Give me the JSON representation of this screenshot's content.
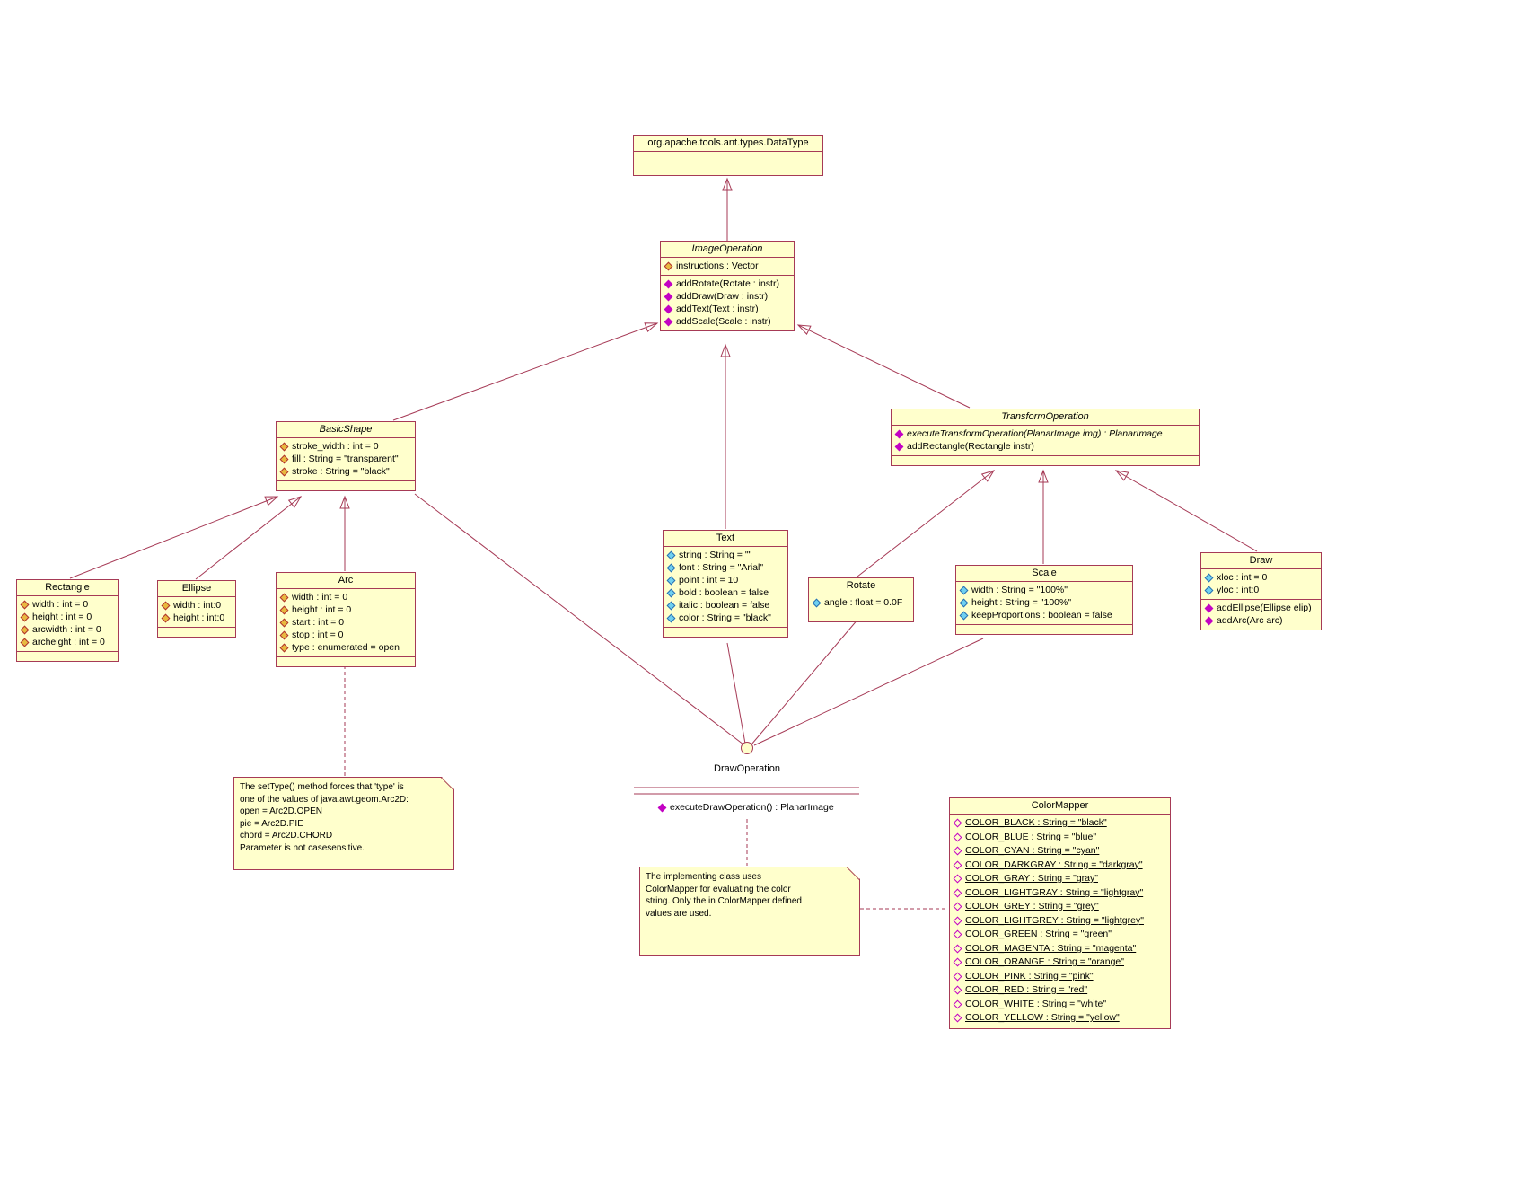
{
  "colors": {
    "box_fill": "#FFFFCC",
    "line": "#A63A56",
    "operation_icon": "#C303C3",
    "attribute_icon_warm": "#E8B93E",
    "attribute_icon_cool": "#6FD1F0"
  },
  "classes": {
    "datatype": {
      "title": "org.apache.tools.ant.types.DataType"
    },
    "image_operation": {
      "title": "ImageOperation",
      "attributes": [
        {
          "icon": "protected-attribute-icon",
          "text": "instructions : Vector"
        }
      ],
      "operations": [
        {
          "icon": "operation-icon",
          "text": "addRotate(Rotate : instr)"
        },
        {
          "icon": "operation-icon",
          "text": "addDraw(Draw : instr)"
        },
        {
          "icon": "operation-icon",
          "text": "addText(Text : instr)"
        },
        {
          "icon": "operation-icon",
          "text": "addScale(Scale : instr)"
        }
      ]
    },
    "basic_shape": {
      "title": "BasicShape",
      "attributes": [
        {
          "icon": "protected-attribute-icon",
          "text": "stroke_width : int = 0"
        },
        {
          "icon": "protected-attribute-icon",
          "text": "fill : String = \"transparent\""
        },
        {
          "icon": "protected-attribute-icon",
          "text": "stroke : String = \"black\""
        }
      ]
    },
    "transform_operation": {
      "title": "TransformOperation",
      "operations": [
        {
          "icon": "operation-icon",
          "text": "executeTransformOperation(PlanarImage img) : PlanarImage",
          "italic": true
        },
        {
          "icon": "operation-icon",
          "text": "addRectangle(Rectangle instr)"
        }
      ]
    },
    "rectangle": {
      "title": "Rectangle",
      "attributes": [
        {
          "icon": "protected-attribute-icon",
          "text": "width : int = 0"
        },
        {
          "icon": "protected-attribute-icon",
          "text": "height : int = 0"
        },
        {
          "icon": "protected-attribute-icon",
          "text": "arcwidth : int = 0"
        },
        {
          "icon": "protected-attribute-icon",
          "text": "archeight : int = 0"
        }
      ]
    },
    "ellipse": {
      "title": "Ellipse",
      "attributes": [
        {
          "icon": "protected-attribute-icon",
          "text": "width : int:0"
        },
        {
          "icon": "protected-attribute-icon",
          "text": "height : int:0"
        }
      ]
    },
    "arc": {
      "title": "Arc",
      "attributes": [
        {
          "icon": "protected-attribute-icon",
          "text": "width : int = 0"
        },
        {
          "icon": "protected-attribute-icon",
          "text": "height : int = 0"
        },
        {
          "icon": "protected-attribute-icon",
          "text": "start : int = 0"
        },
        {
          "icon": "protected-attribute-icon",
          "text": "stop : int = 0"
        },
        {
          "icon": "protected-attribute-icon",
          "text": "type : enumerated = open"
        }
      ]
    },
    "text": {
      "title": "Text",
      "attributes": [
        {
          "icon": "public-attribute-icon",
          "text": "string : String = \"\""
        },
        {
          "icon": "public-attribute-icon",
          "text": "font : String = \"Arial\""
        },
        {
          "icon": "public-attribute-icon",
          "text": "point : int = 10"
        },
        {
          "icon": "public-attribute-icon",
          "text": "bold : boolean = false"
        },
        {
          "icon": "public-attribute-icon",
          "text": "italic : boolean = false"
        },
        {
          "icon": "public-attribute-icon",
          "text": "color : String = \"black\""
        }
      ]
    },
    "rotate": {
      "title": "Rotate",
      "attributes": [
        {
          "icon": "public-attribute-icon",
          "text": "angle : float = 0.0F"
        }
      ]
    },
    "scale": {
      "title": "Scale",
      "attributes": [
        {
          "icon": "public-attribute-icon",
          "text": "width : String = \"100%\""
        },
        {
          "icon": "public-attribute-icon",
          "text": "height : String = \"100%\""
        },
        {
          "icon": "public-attribute-icon",
          "text": "keepProportions : boolean = false"
        }
      ]
    },
    "draw": {
      "title": "Draw",
      "attributes": [
        {
          "icon": "public-attribute-icon",
          "text": "xloc : int = 0"
        },
        {
          "icon": "public-attribute-icon",
          "text": "yloc : int:0"
        }
      ],
      "operations": [
        {
          "icon": "operation-icon",
          "text": "addEllipse(Ellipse elip)"
        },
        {
          "icon": "operation-icon",
          "text": "addArc(Arc arc)"
        }
      ]
    },
    "color_mapper": {
      "title": "ColorMapper",
      "attributes": [
        {
          "icon": "static-attribute-icon",
          "text": "COLOR_BLACK : String = \"black\"",
          "underline": true
        },
        {
          "icon": "static-attribute-icon",
          "text": "COLOR_BLUE : String = \"blue\"",
          "underline": true
        },
        {
          "icon": "static-attribute-icon",
          "text": "COLOR_CYAN : String = \"cyan\"",
          "underline": true
        },
        {
          "icon": "static-attribute-icon",
          "text": "COLOR_DARKGRAY : String = \"darkgray\"",
          "underline": true
        },
        {
          "icon": "static-attribute-icon",
          "text": "COLOR_GRAY : String = \"gray\"",
          "underline": true
        },
        {
          "icon": "static-attribute-icon",
          "text": "COLOR_LIGHTGRAY : String = \"lightgray\"",
          "underline": true
        },
        {
          "icon": "static-attribute-icon",
          "text": "COLOR_GREY : String = \"grey\"",
          "underline": true
        },
        {
          "icon": "static-attribute-icon",
          "text": "COLOR_LIGHTGREY : String = \"lightgrey\"",
          "underline": true
        },
        {
          "icon": "static-attribute-icon",
          "text": "COLOR_GREEN : String = \"green\"",
          "underline": true
        },
        {
          "icon": "static-attribute-icon",
          "text": "COLOR_MAGENTA : String = \"magenta\"",
          "underline": true
        },
        {
          "icon": "static-attribute-icon",
          "text": "COLOR_ORANGE : String = \"orange\"",
          "underline": true
        },
        {
          "icon": "static-attribute-icon",
          "text": "COLOR_PINK : String = \"pink\"",
          "underline": true
        },
        {
          "icon": "static-attribute-icon",
          "text": "COLOR_RED : String = \"red\"",
          "underline": true
        },
        {
          "icon": "static-attribute-icon",
          "text": "COLOR_WHITE : String = \"white\"",
          "underline": true
        },
        {
          "icon": "static-attribute-icon",
          "text": "COLOR_YELLOW : String = \"yellow\"",
          "underline": true
        }
      ]
    }
  },
  "interface": {
    "name": "DrawOperation",
    "operations": [
      {
        "icon": "operation-icon",
        "text": "executeDrawOperation() : PlanarImage"
      }
    ]
  },
  "notes": {
    "arc_note": "The setType() method forces that 'type' is\none of the values of java.awt.geom.Arc2D:\nopen = Arc2D.OPEN\npie = Arc2D.PIE\nchord = Arc2D.CHORD\nParameter is not casesensitive.",
    "colormapper_note": "The implementing class uses\nColorMapper for evaluating the color\nstring. Only the in ColorMapper defined\nvalues are used."
  }
}
